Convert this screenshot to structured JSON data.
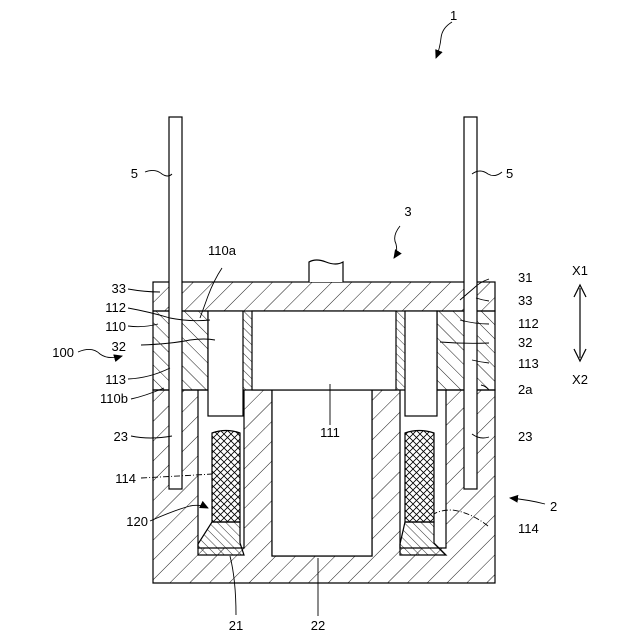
{
  "figure": {
    "labels": {
      "l1": "1",
      "l3": "3",
      "l5_left": "5",
      "l5_right": "5",
      "l31": "31",
      "l33_left": "33",
      "l33_right": "33",
      "l112_left": "112",
      "l112_right": "112",
      "l110": "110",
      "l110a": "110a",
      "l32_left": "32",
      "l32_right": "32",
      "l100": "100",
      "l113_left": "113",
      "l113_right": "113",
      "l110b": "110b",
      "l2a": "2a",
      "l111": "111",
      "l23_left": "23",
      "l23_right": "23",
      "l114_left": "114",
      "l114_right": "114",
      "l120": "120",
      "l2": "2",
      "l21": "21",
      "l22": "22",
      "lX1": "X1",
      "lX2": "X2"
    }
  }
}
